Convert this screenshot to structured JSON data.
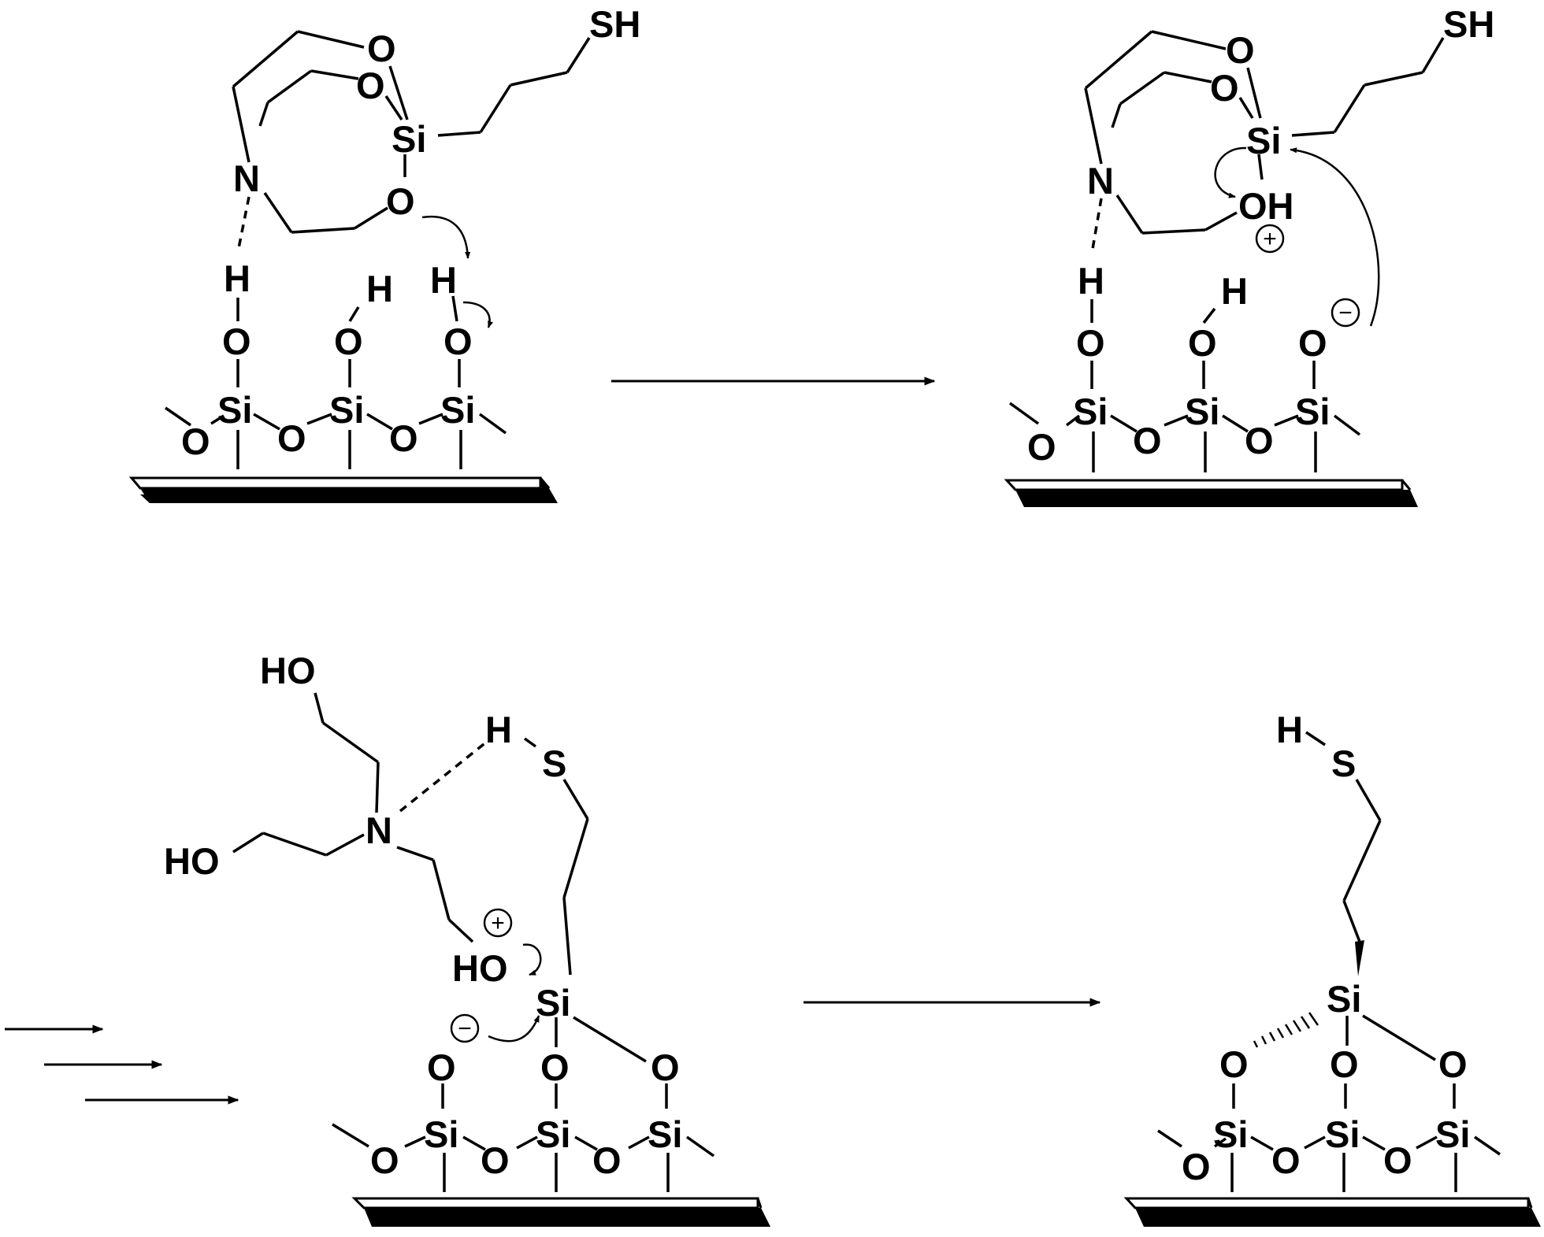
{
  "scheme": {
    "steps": [
      {
        "id": "step1",
        "atoms": {
          "sh": "SH",
          "si_top": "Si",
          "o_ring_a": "O",
          "o_ring_b": "O",
          "o_ring_c": "O",
          "n": "N",
          "h1": "H",
          "h2": "H",
          "h3": "H",
          "o_surf1": "O",
          "o_surf2": "O",
          "o_surf3": "O",
          "si1": "Si",
          "si2": "Si",
          "si3": "Si",
          "o_b1": "O",
          "o_b2": "O",
          "o_b3": "O"
        }
      },
      {
        "id": "step2",
        "atoms": {
          "sh": "SH",
          "si_top": "Si",
          "o_ring_a": "O",
          "o_ring_b": "O",
          "oh": "OH",
          "n": "N",
          "h1": "H",
          "h2": "H",
          "o_surf1": "O",
          "o_surf2": "O",
          "o_surf3": "O",
          "si1": "Si",
          "si2": "Si",
          "si3": "Si",
          "o_b1": "O",
          "o_b2": "O",
          "o_b3": "O"
        },
        "charges": {
          "plus": "+",
          "minus": "−"
        }
      },
      {
        "id": "step3",
        "atoms": {
          "ho_top": "HO",
          "ho_left": "HO",
          "n": "N",
          "h": "H",
          "s": "S",
          "ho_plus": "HO",
          "si_top": "Si",
          "o_up1": "O",
          "o_up2": "O",
          "o_up3": "O",
          "si1": "Si",
          "si2": "Si",
          "si3": "Si",
          "o_b1": "O",
          "o_b2": "O",
          "o_b3": "O"
        },
        "charges": {
          "plus": "+",
          "minus": "−"
        }
      },
      {
        "id": "step4",
        "atoms": {
          "h": "H",
          "s": "S",
          "si_top": "Si",
          "o_up1": "O",
          "o_up2": "O",
          "o_up3": "O",
          "si1": "Si",
          "si2": "Si",
          "si3": "Si",
          "o_b1": "O",
          "o_b2": "O",
          "o_b3": "O"
        }
      }
    ],
    "arrows": {
      "step1_to_2": 1,
      "into_step3": 3,
      "step3_to_4": 1
    }
  }
}
